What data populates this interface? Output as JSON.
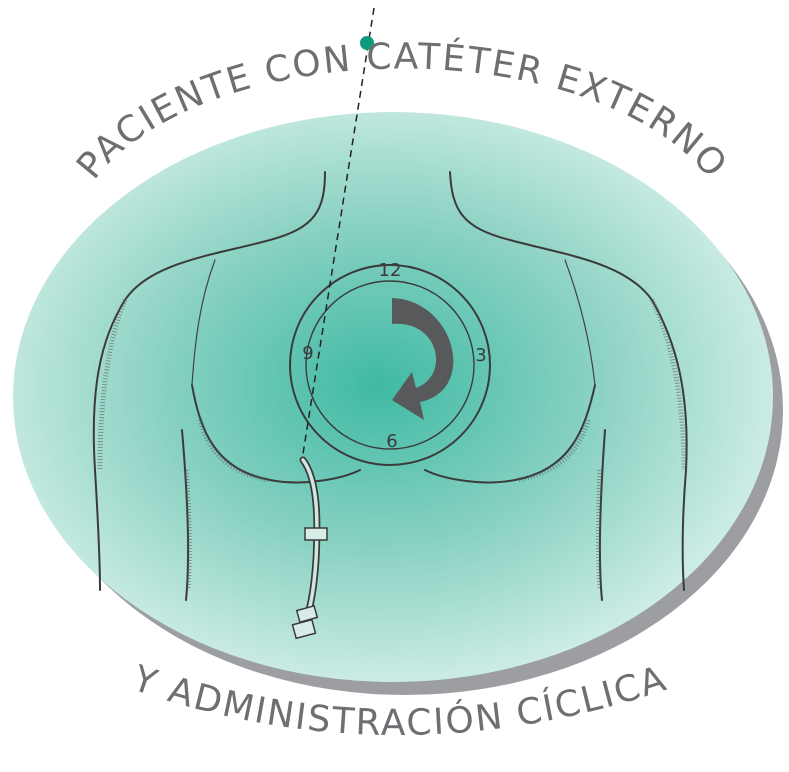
{
  "title_top": "PACIENTE CON CATÉTER EXTERNO",
  "title_bottom": "Y ADMINISTRACIÓN CÍCLICA",
  "clock": {
    "labels": {
      "twelve": "12",
      "three": "3",
      "six": "6",
      "nine": "9"
    },
    "direction": "clockwise"
  },
  "colors": {
    "oval_center": "#3fbaa4",
    "oval_edge": "#c7ebe3",
    "shadow": "#9c9ea1",
    "arrow": "#58595b",
    "marker_dot": "#0f9a7e",
    "text": "#6d6f73"
  }
}
